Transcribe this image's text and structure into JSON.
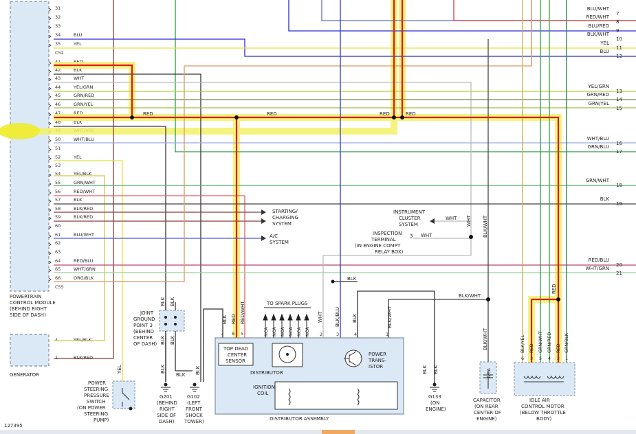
{
  "figure_id": "127395",
  "pcm": {
    "title_lines": [
      "POWERTRAIN",
      "CONTROL MODULE",
      "(BEHIND RIGHT",
      "SIDE OF DASH)"
    ],
    "connector_c52": "C52",
    "connector_c55": "C55",
    "pins": [
      {
        "n": "31",
        "label": ""
      },
      {
        "n": "32",
        "label": ""
      },
      {
        "n": "33",
        "label": ""
      },
      {
        "n": "34",
        "label": "BLU"
      },
      {
        "n": "35",
        "label": "YEL"
      },
      {
        "n": "41",
        "label": "RED"
      },
      {
        "n": "42",
        "label": "BLK"
      },
      {
        "n": "43",
        "label": "WHT"
      },
      {
        "n": "44",
        "label": "YEL/GRN"
      },
      {
        "n": "45",
        "label": "GRN/RED"
      },
      {
        "n": "46",
        "label": "GRN/YEL"
      },
      {
        "n": "47",
        "label": "RED"
      },
      {
        "n": "48",
        "label": "BLK"
      },
      {
        "n": "49",
        "label": "WHT/VIO"
      },
      {
        "n": "50",
        "label": "WHT/BLU"
      },
      {
        "n": "51",
        "label": ""
      },
      {
        "n": "52",
        "label": "YEL"
      },
      {
        "n": "53",
        "label": ""
      },
      {
        "n": "54",
        "label": "YEL/BLK"
      },
      {
        "n": "55",
        "label": "GRN/WHT"
      },
      {
        "n": "56",
        "label": "RED/WHT"
      },
      {
        "n": "57",
        "label": "BLK"
      },
      {
        "n": "58",
        "label": "BLK/RED"
      },
      {
        "n": "59",
        "label": "BLK/RED"
      },
      {
        "n": "60",
        "label": ""
      },
      {
        "n": "61",
        "label": "BLU/WHT"
      },
      {
        "n": "62",
        "label": ""
      },
      {
        "n": "63",
        "label": ""
      },
      {
        "n": "64",
        "label": "RED/BLU"
      },
      {
        "n": "65",
        "label": "WHT/GRN"
      },
      {
        "n": "66",
        "label": "ORG/BLK"
      }
    ]
  },
  "generator": {
    "title": "GENERATOR",
    "pins": [
      {
        "n": "4",
        "label": "YEL/BLK"
      },
      {
        "n": "1",
        "label": "BLK/RED"
      }
    ]
  },
  "right_edge": [
    {
      "ref": "7",
      "label": "BLU/WHT"
    },
    {
      "ref": "8",
      "label": "RED/WHT"
    },
    {
      "ref": "9",
      "label": "BLU/RED"
    },
    {
      "ref": "10",
      "label": "BLK/WHT"
    },
    {
      "ref": "11",
      "label": "YEL"
    },
    {
      "ref": "12",
      "label": "BLU"
    },
    {
      "ref": "13",
      "label": "YEL/GRN"
    },
    {
      "ref": "14",
      "label": "GRN/RED"
    },
    {
      "ref": "15",
      "label": "GRN/YEL"
    },
    {
      "ref": "16",
      "label": "WHT/BLU"
    },
    {
      "ref": "17",
      "label": "GRN/BLU"
    },
    {
      "ref": "18",
      "label": "GRN/WHT"
    },
    {
      "ref": "19",
      "label": "BLK"
    },
    {
      "ref": "20",
      "label": "RED/BLU"
    },
    {
      "ref": "21",
      "label": "WHT/GRN"
    }
  ],
  "wire_labels": {
    "red": "RED",
    "ground_blk": "BLK",
    "wht": "WHT",
    "blk_wht": "BLK/WHT",
    "nca": "NCA",
    "yel": "YEL",
    "blk_blu": "BLK/BLU",
    "red_wht": "RED/WHT"
  },
  "systems": {
    "starting": [
      "STARTING/",
      "CHARGING",
      "SYSTEM"
    ],
    "ac": [
      "A/C",
      "SYSTEM"
    ],
    "instrument": [
      "INSTRUMENT",
      "CLUSTER",
      "SYSTEM"
    ],
    "inspection": [
      "INSPECTION",
      "TERMINAL",
      "(IN ENGINE COMPT",
      "RELAY BOX)"
    ],
    "inspection_pin": "3"
  },
  "joint_ground": [
    "JOINT",
    "GROUND",
    "POINT 3",
    "(BEHIND",
    "CENTER",
    "OF DASH)"
  ],
  "grounds": {
    "g201": [
      "G201",
      "(BEHIND",
      "RIGHT",
      "SIDE OF",
      "DASH)"
    ],
    "g102": [
      "G102",
      "(LEFT",
      "FRONT",
      "SHOCK",
      "TOWER)"
    ],
    "g133": [
      "G133",
      "(ON",
      "ENGINE)"
    ]
  },
  "psp_switch": [
    "POWER",
    "STEERING",
    "PRESSURE",
    "SWITCH",
    "(ON POWER",
    "STEERING",
    "PUMP)"
  ],
  "distributor": {
    "assembly": "DISTRIBUTOR ASSEMBLY",
    "to_spark_plugs": "TO SPARK PLUGS",
    "tdc": [
      "TOP DEAD",
      "CENTER",
      "SENSOR"
    ],
    "distributor": "DISTRIBUTOR",
    "ignition_coil": [
      "IGNITION",
      "COIL"
    ],
    "power_transistor": [
      "POWER",
      "TRANS-",
      "ISTOR"
    ],
    "pins_left": [
      "7",
      "8",
      "5"
    ],
    "pins_right": [
      "2",
      "3",
      "4",
      "1"
    ],
    "wires_right": [
      "WHT",
      "BLK/BLU",
      "BLK",
      "BLK/WHT"
    ]
  },
  "capacitor": [
    "CAPACITOR",
    "(ON REAR",
    "CENTER OF",
    "ENGINE)"
  ],
  "iac": {
    "title": [
      "IDLE AIR",
      "CONTROL MOTOR",
      "(BELOW THROTTLE",
      "BODY)"
    ],
    "pins": [
      "6",
      "3",
      "5",
      "4",
      "2",
      "1"
    ],
    "wires": [
      "BLK/YEL",
      "RED",
      "GRN/WHT",
      "GRN/RED",
      "RED",
      "GRN/BLK"
    ]
  }
}
